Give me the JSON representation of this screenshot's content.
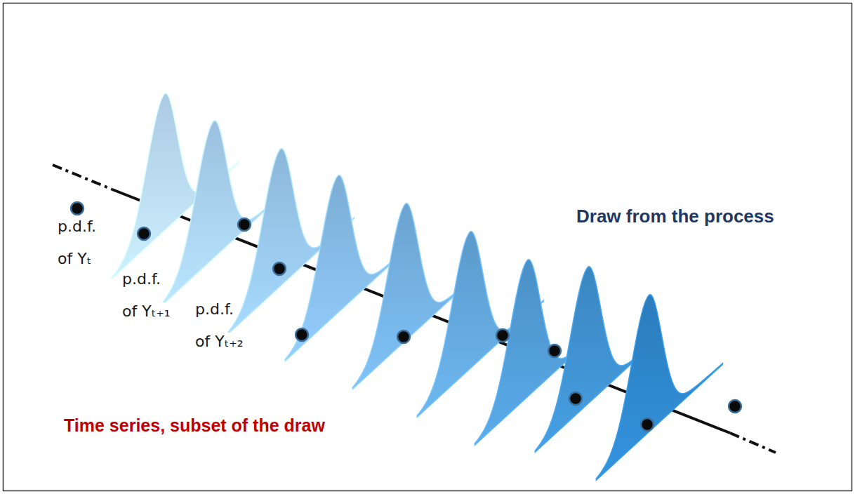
{
  "diagram": {
    "labels": [
      "p.d.f. of Yₜ",
      "p.d.f. of Yₜ₊₁",
      "p.d.f. of Yₜ₊₂",
      "Draw from the process",
      "Time series, subset of the draw"
    ]
  }
}
